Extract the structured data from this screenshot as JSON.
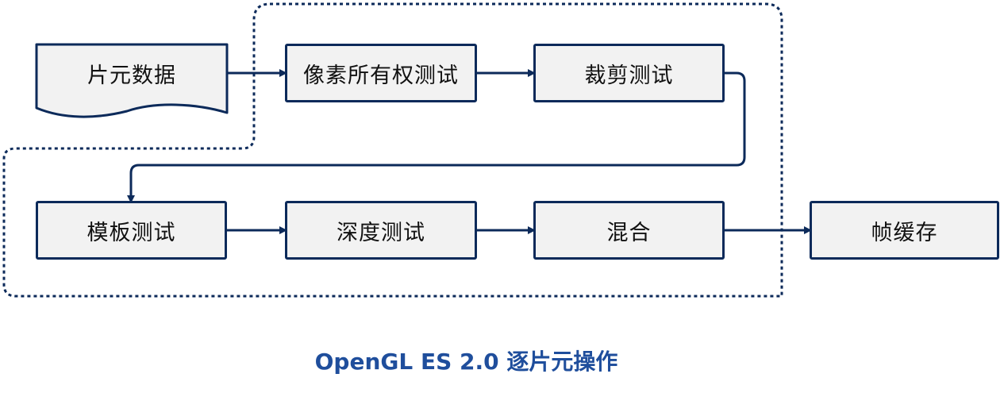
{
  "nodes": {
    "fragment_data": "片元数据",
    "pixel_ownership_test": "像素所有权测试",
    "scissor_test": "裁剪测试",
    "stencil_test": "模板测试",
    "depth_test": "深度测试",
    "blending": "混合",
    "framebuffer": "帧缓存"
  },
  "caption": "OpenGL ES 2.0 逐片元操作",
  "colors": {
    "stroke": "#0c2a5a",
    "box_fill": "#f2f2f2",
    "caption": "#1f4e9c"
  }
}
